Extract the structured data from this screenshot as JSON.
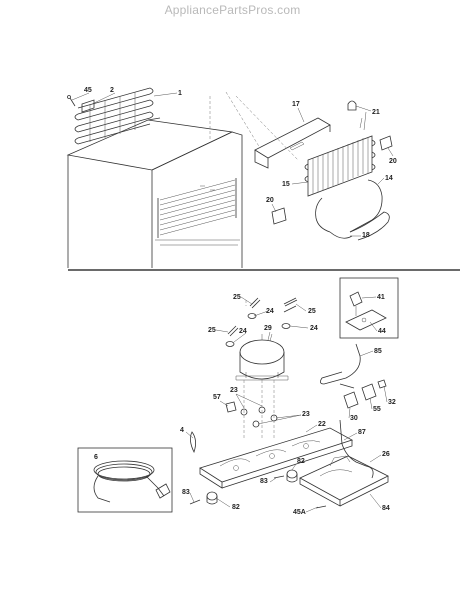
{
  "header": {
    "watermark": "AppliancePartsPros.com"
  },
  "callouts": {
    "c1": "1",
    "c2": "2",
    "c45": "45",
    "c17": "17",
    "c21": "21",
    "c20a": "20",
    "c15": "15",
    "c14": "14",
    "c20b": "20",
    "c18": "18",
    "c25a": "25",
    "c25b": "25",
    "c25c": "25",
    "c24a": "24",
    "c24b": "24",
    "c24c": "24",
    "c29": "29",
    "c41": "41",
    "c44": "44",
    "c85": "85",
    "c23a": "23",
    "c23b": "23",
    "c57": "57",
    "c30": "30",
    "c32": "32",
    "c55": "55",
    "c4": "4",
    "c22": "22",
    "c87": "87",
    "c26": "26",
    "c6": "6",
    "c82a": "82",
    "c83a": "83",
    "c83b": "83",
    "c82b": "82",
    "c45A": "45A",
    "c84": "84"
  }
}
